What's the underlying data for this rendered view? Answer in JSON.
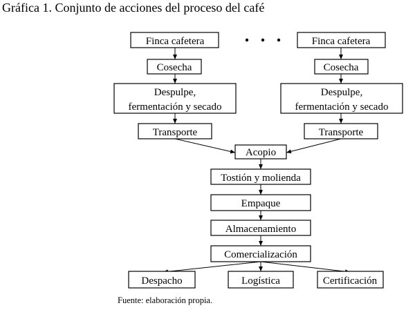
{
  "title": "Gráfica 1. Conjunto de acciones del proceso del café",
  "source": "Fuente: elaboración propia.",
  "nodes": {
    "finca_1": "Finca cafetera",
    "finca_2": "Finca cafetera",
    "cosecha_1": "Cosecha",
    "cosecha_2": "Cosecha",
    "despulpe_1_line1": "Despulpe,",
    "despulpe_1_line2": "fermentación y secado",
    "despulpe_2_line1": "Despulpe,",
    "despulpe_2_line2": "fermentación y secado",
    "transporte_1": "Transporte",
    "transporte_2": "Transporte",
    "acopio": "Acopio",
    "tostion": "Tostión y molienda",
    "empaque": "Empaque",
    "almacenamiento": "Almacenamiento",
    "comercializacion": "Comercialización",
    "despacho": "Despacho",
    "logistica": "Logística",
    "certificacion": "Certificación"
  }
}
